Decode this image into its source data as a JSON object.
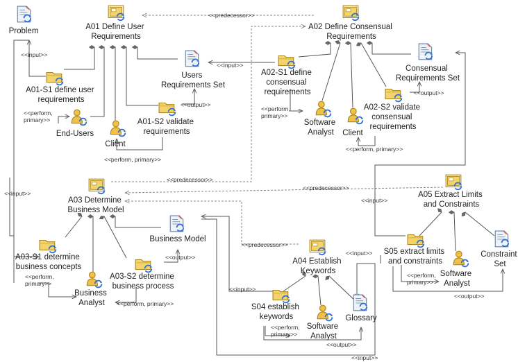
{
  "nodes": {
    "problem": "Problem",
    "a01": [
      "A01 Define User",
      "Requirements"
    ],
    "a02": [
      "A02 Define Consensual",
      "Requirements"
    ],
    "a01_s1": [
      "A01-S1 define user",
      "requirements"
    ],
    "users_req_set": [
      "Users",
      "Requirements Set"
    ],
    "a02_s1": [
      "A02-S1 define",
      "consensual",
      "requirements"
    ],
    "consensual_req_set": [
      "Consensual",
      "Requirements Set"
    ],
    "end_users": "End-Users",
    "client1": "Client",
    "a01_s2": [
      "A01-S2 validate",
      "requirements"
    ],
    "software_analyst1": [
      "Software",
      "Analyst"
    ],
    "client2": "Client",
    "a02_s2": [
      "A02-S2 validate",
      "consensual",
      "requirements"
    ],
    "a03": [
      "A03 Determine",
      "Business Model"
    ],
    "a05": [
      "A05 Extract Limits",
      "and Constraints"
    ],
    "business_model": "Business Model",
    "a03_s1": [
      "A03-S1 determine",
      "business concepts"
    ],
    "a03_s2": [
      "A03-S2 determine",
      "business process"
    ],
    "business_analyst": [
      "Business",
      "Analyst"
    ],
    "a04": [
      "A04 Establish",
      "Keywords"
    ],
    "s05": [
      "S05 extract limits",
      "and constraints"
    ],
    "software_analyst3": [
      "Software",
      "Analyst"
    ],
    "constraint_set": [
      "Constraint",
      "Set"
    ],
    "s04": [
      "S04 establish",
      "keywords"
    ],
    "software_analyst2": [
      "Software",
      "Analyst"
    ],
    "glossary": "Glossary"
  },
  "stereotypes": {
    "predecessor": "<<predecessor>>",
    "input": "<<input>>",
    "output": "<<output>>",
    "perform_primary": [
      "<<perform,",
      "primary>>"
    ],
    "perform_primary_inline": "<<perform, primary>>"
  },
  "icons": {
    "activity": "activity-icon",
    "step": "step-folder-icon",
    "role": "role-person-icon",
    "artifact": "artifact-document-icon"
  },
  "colors": {
    "folder_fill": "#f3d46a",
    "folder_stroke": "#a8851f",
    "person_fill": "#f0c048",
    "doc_fill": "#eef3fa",
    "cycle": "#2f6fd0",
    "line": "#555555",
    "dashed": "#888888"
  }
}
